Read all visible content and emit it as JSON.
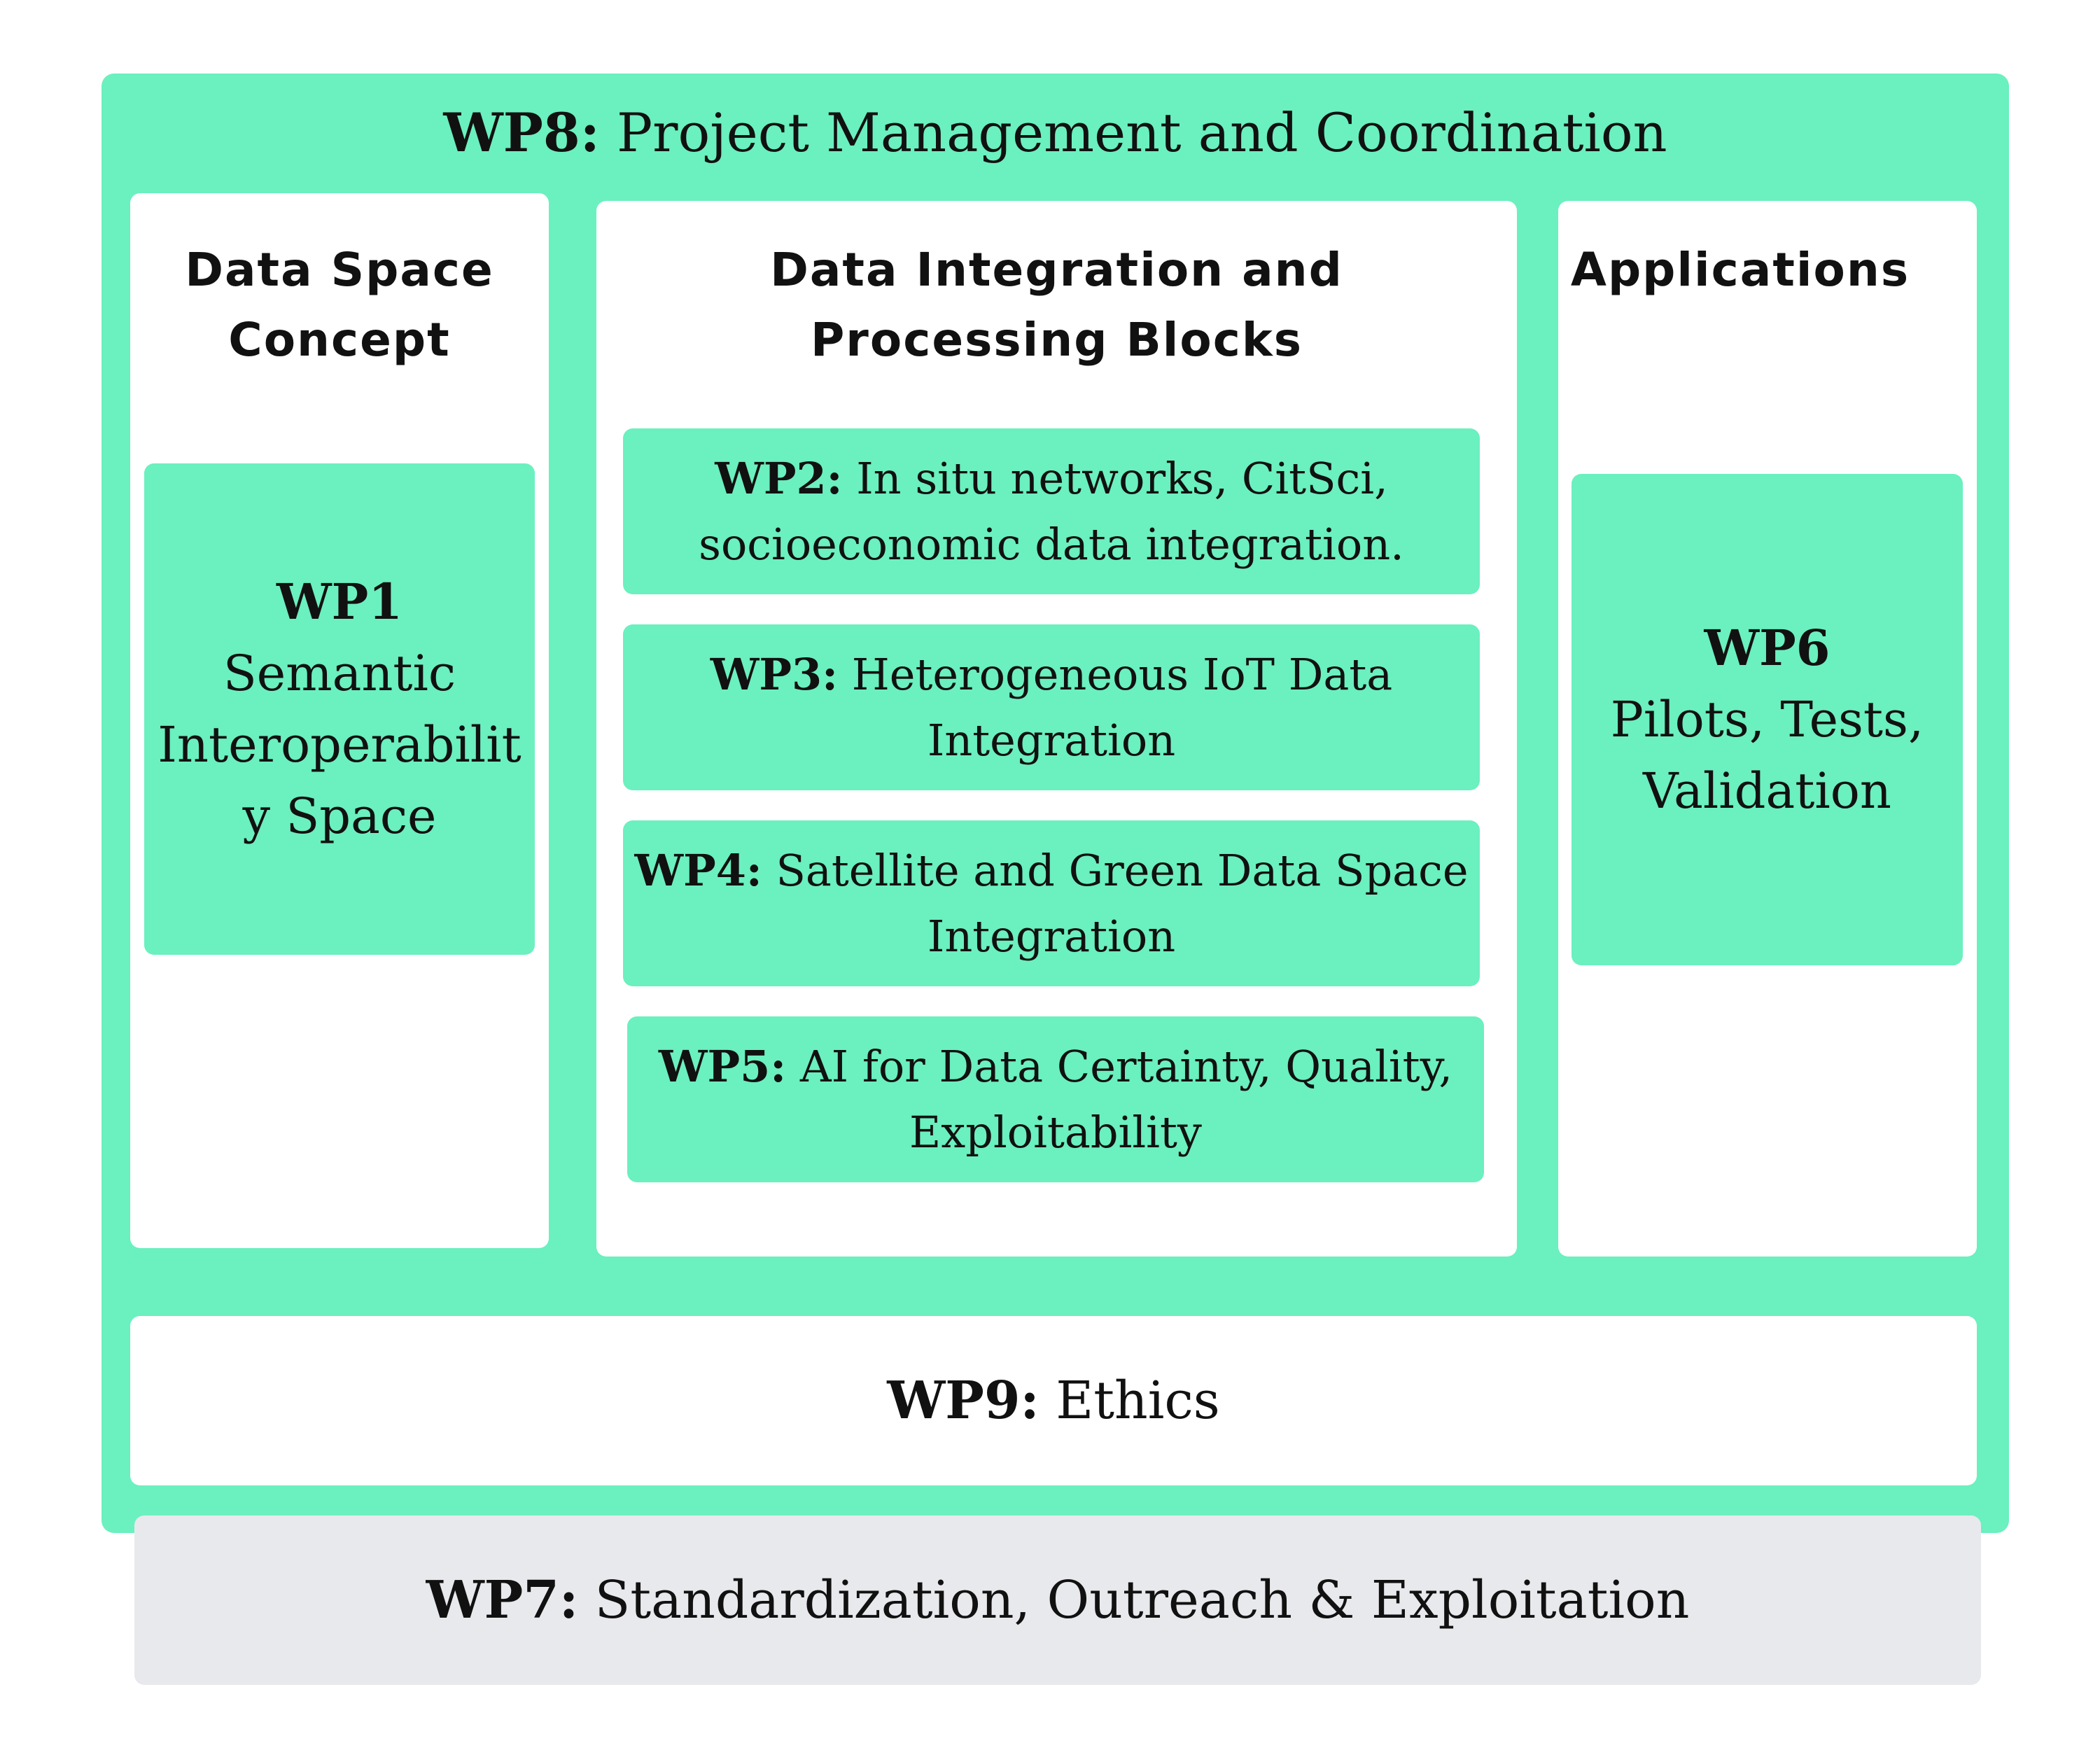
{
  "wp8": {
    "code": "WP8:",
    "title": "Project Management and Coordination"
  },
  "columns": {
    "data_space": {
      "heading_line1": "Data Space",
      "heading_line2": "Concept"
    },
    "integration": {
      "heading_line1": "Data Integration and",
      "heading_line2": "Processing Blocks"
    },
    "applications": {
      "heading": "Applications"
    }
  },
  "wp1": {
    "code": "WP1",
    "line1": "Semantic",
    "line2": "Interoperabilit",
    "line3": "y Space"
  },
  "wp2": {
    "code": "WP2:",
    "line1": "In situ networks, CitSci,",
    "line2": "socioeconomic data integration."
  },
  "wp3": {
    "code": "WP3:",
    "line1": "Heterogeneous IoT Data",
    "line2": "Integration"
  },
  "wp4": {
    "code": "WP4:",
    "line1": "Satellite and Green Data Space",
    "line2": "Integration"
  },
  "wp5": {
    "code": "WP5:",
    "line1": "AI for Data Certainty, Quality,",
    "line2": "Exploitability"
  },
  "wp6": {
    "code": "WP6",
    "line1": "Pilots, Tests,",
    "line2": "Validation"
  },
  "wp9": {
    "code": "WP9:",
    "title": "Ethics"
  },
  "wp7": {
    "code": "WP7:",
    "title": "Standardization, Outreach & Exploitation"
  },
  "colors": {
    "green": "#6bf0bf",
    "white": "#ffffff",
    "grey": "#e8e9ec"
  }
}
